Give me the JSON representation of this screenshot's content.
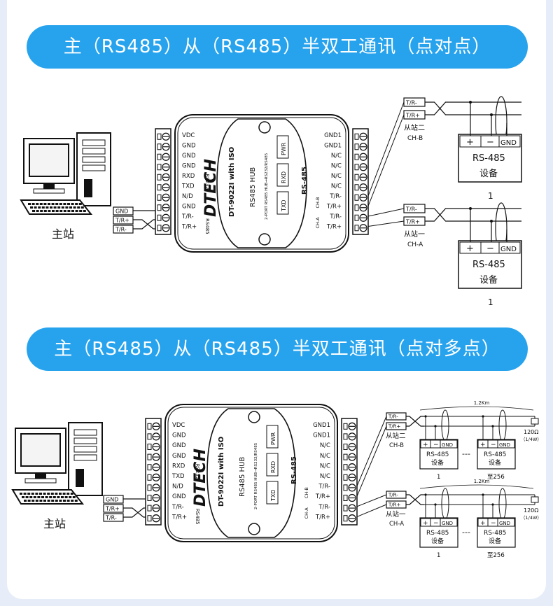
{
  "section1": {
    "title": "主（RS485）从（RS485）半双工通讯（点对点）",
    "master_label": "主站",
    "host_pins": [
      "GND",
      "T/R+",
      "T/R-"
    ],
    "left_terminals": [
      "VDC",
      "GND",
      "GND",
      "GND",
      "RXD",
      "TXD",
      "N/D",
      "GND",
      "T/R-",
      "T/R+"
    ],
    "left_group_label_a": "RS232",
    "left_group_label_b": "RS485",
    "right_terminals": [
      "GND1",
      "GND1",
      "N/C",
      "N/C",
      "N/C",
      "N/C",
      "T/R-",
      "T/R+",
      "T/R-",
      "T/R+"
    ],
    "ch_b_label": "CH-B",
    "ch_a_label": "CH-A",
    "brand": "DTECH",
    "model": "DT-9022I with ISO",
    "product": "RS485 HUB",
    "subtitle": "2-PORT RS485 HUB→RS232/RS485",
    "leds": [
      "PWR",
      "RXD",
      "TXD"
    ],
    "port_label": "RS-485",
    "slaves": [
      {
        "station": "从站二",
        "channel": "CH-B",
        "line_minus": "T/R-",
        "line_plus": "T/R+",
        "plus": "+",
        "minus": "−",
        "gnd": "GND",
        "device": "RS-485",
        "device2": "设备",
        "count": "1"
      },
      {
        "station": "从站一",
        "channel": "CH-A",
        "line_minus": "T/R-",
        "line_plus": "T/R+",
        "plus": "+",
        "minus": "−",
        "gnd": "GND",
        "device": "RS-485",
        "device2": "设备",
        "count": "1"
      }
    ]
  },
  "section2": {
    "title": "主（RS485）从（RS485）半双工通讯（点对多点）",
    "master_label": "主站",
    "distance": "1.2Km",
    "terminator": "120Ω",
    "terminator_note": "（1/4W）",
    "dots": "---",
    "slaves": [
      {
        "station": "从站二",
        "channel": "CH-B",
        "line_minus": "T/R-",
        "line_plus": "T/R+",
        "device": "RS-485",
        "device2": "设备",
        "first_count": "1",
        "last_count": "至256"
      },
      {
        "station": "从站一",
        "channel": "CH-A",
        "line_minus": "T/R-",
        "line_plus": "T/R+",
        "device": "RS-485",
        "device2": "设备",
        "first_count": "1",
        "last_count": "至256"
      }
    ]
  },
  "colors": {
    "banner": "#27a3ee",
    "page_bg": "#e6edf8",
    "line": "#111111"
  }
}
